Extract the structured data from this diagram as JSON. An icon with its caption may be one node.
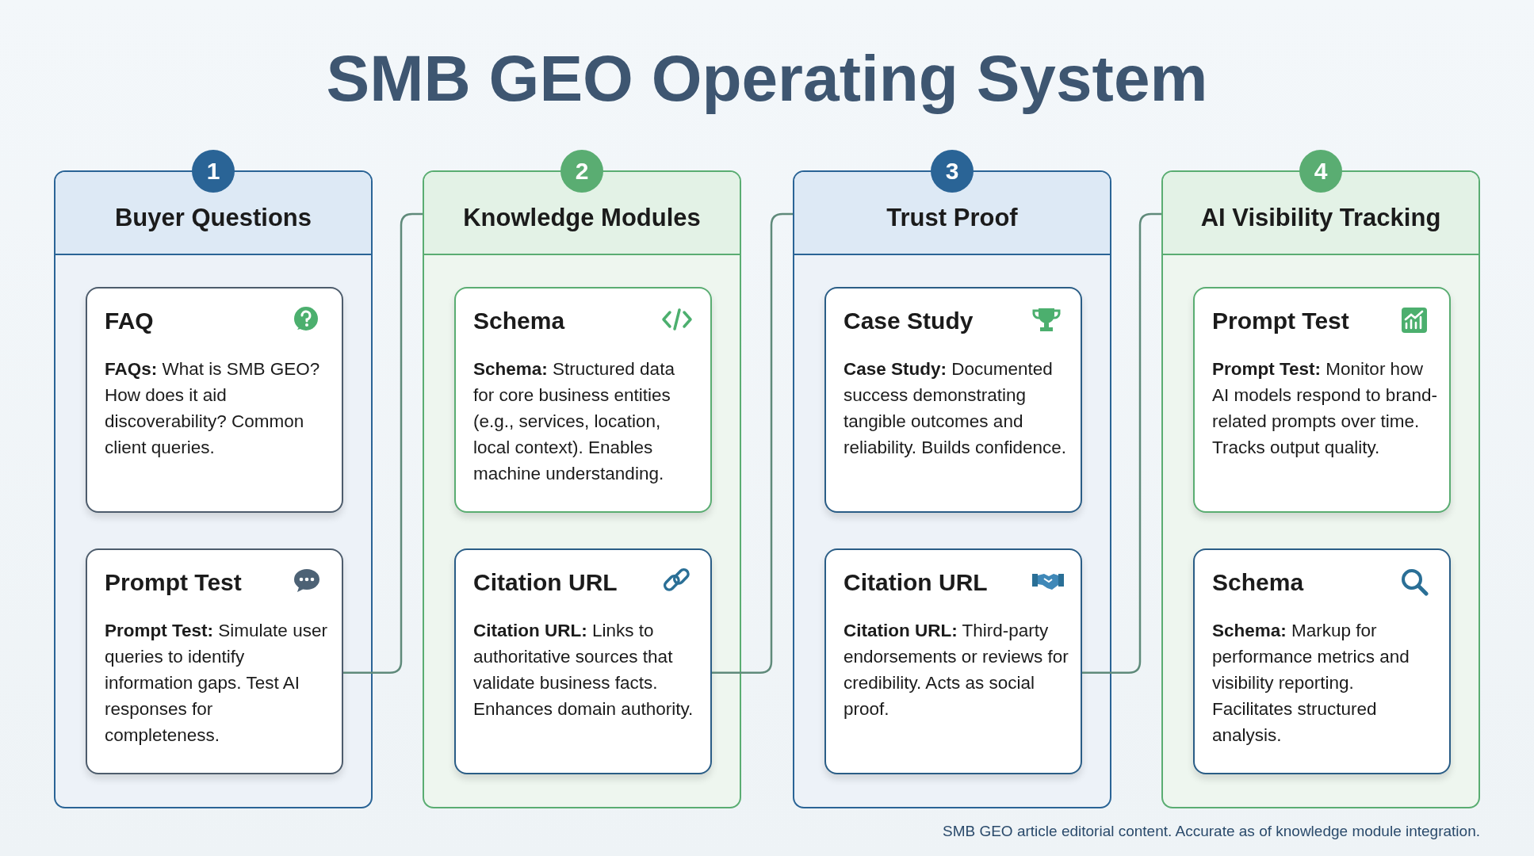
{
  "diagram": {
    "title": "SMB GEO Operating System",
    "caption": "SMB GEO article editorial content. Accurate as of knowledge module integration.",
    "nodes": [
      {
        "text": [
          "1",
          "Buyer Questions"
        ]
      },
      {
        "text": [
          "FAQ",
          "**FAQs:** What is SMB GEO? How does it aid discoverability? Common client queries."
        ],
        "in": 0
      },
      {
        "text": [
          "Prompt Test",
          "**Prompt Test:** Simulate user queries to identify information gaps. Test AI responses for completeness."
        ],
        "in": 0
      },
      {
        "text": [
          "2",
          "Knowledge Modules"
        ]
      },
      {
        "text": [
          "Schema",
          "**Schema:** Structured data for core business entities (e.g., services, location, local context). Enables machine understanding."
        ],
        "in": 3
      },
      {
        "text": [
          "Citation URL",
          "**Citation URL:** Links to authoritative sources that validate business facts. Enhances domain authority."
        ],
        "in": 3
      },
      {
        "text": [
          "3",
          "Trust Proof"
        ]
      },
      {
        "text": [
          "Case Study",
          "**Case Study:** Documented success demonstrating tangible outcomes and reliability. Builds confidence."
        ],
        "in": 6
      },
      {
        "text": [
          "Citation URL",
          "**Citation URL:** Third-party endorsements or reviews for credibility. Acts as social proof."
        ],
        "in": 6
      },
      {
        "text": [
          "4",
          "AI Visibility Tracking"
        ]
      },
      {
        "text": [
          "Prompt Test",
          "**Prompt Test:** Monitor how AI models respond to brand-related prompts over time. Tracks output quality."
        ],
        "in": 9
      },
      {
        "text": [
          "Schema",
          "**Schema:** Markup for performance metrics and visibility reporting. Facilitates structured analysis."
        ],
        "in": 9
      }
    ],
    "edges": [
      {
        "from": 2,
        "to": 3,
        "arrow": "none"
      },
      {
        "from": 5,
        "to": 6,
        "arrow": "none"
      },
      {
        "from": 8,
        "to": 9,
        "arrow": "none"
      }
    ]
  }
}
